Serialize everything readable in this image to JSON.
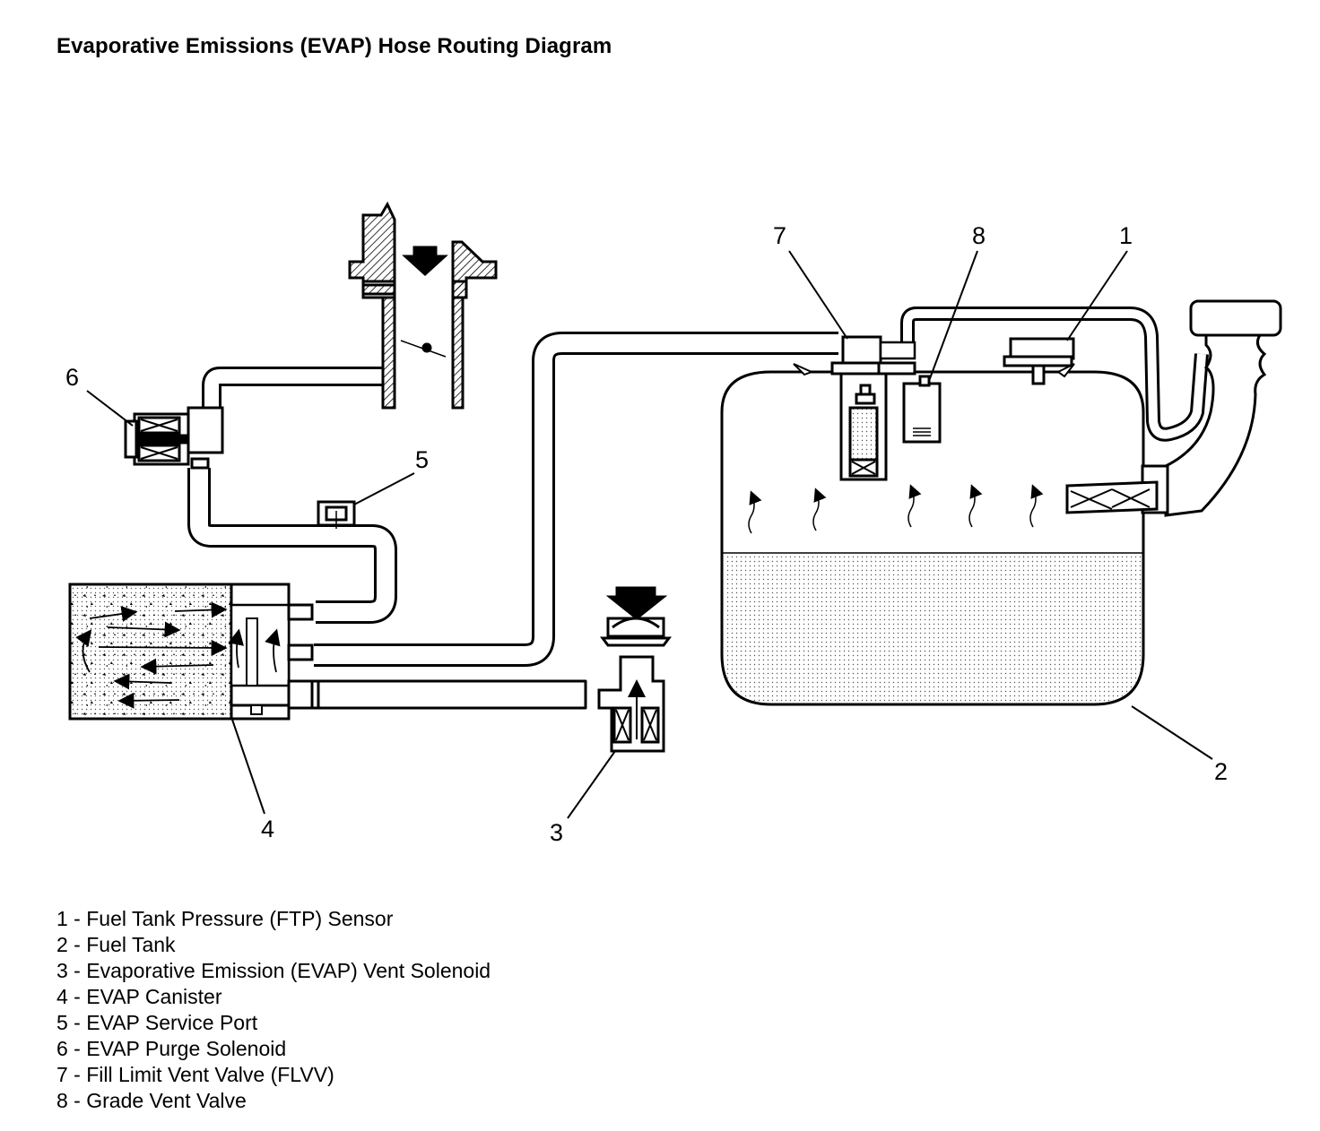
{
  "title": "Evaporative Emissions (EVAP) Hose Routing Diagram",
  "callouts": [
    "1",
    "2",
    "3",
    "4",
    "5",
    "6",
    "7",
    "8"
  ],
  "legend": [
    "1 - Fuel Tank Pressure (FTP) Sensor",
    "2 - Fuel Tank",
    "3 - Evaporative Emission (EVAP) Vent Solenoid",
    "4 - EVAP Canister",
    "5 - EVAP Service Port",
    "6 - EVAP Purge Solenoid",
    "7 - Fill Limit Vent Valve (FLVV)",
    "8 - Grade Vent Valve"
  ]
}
